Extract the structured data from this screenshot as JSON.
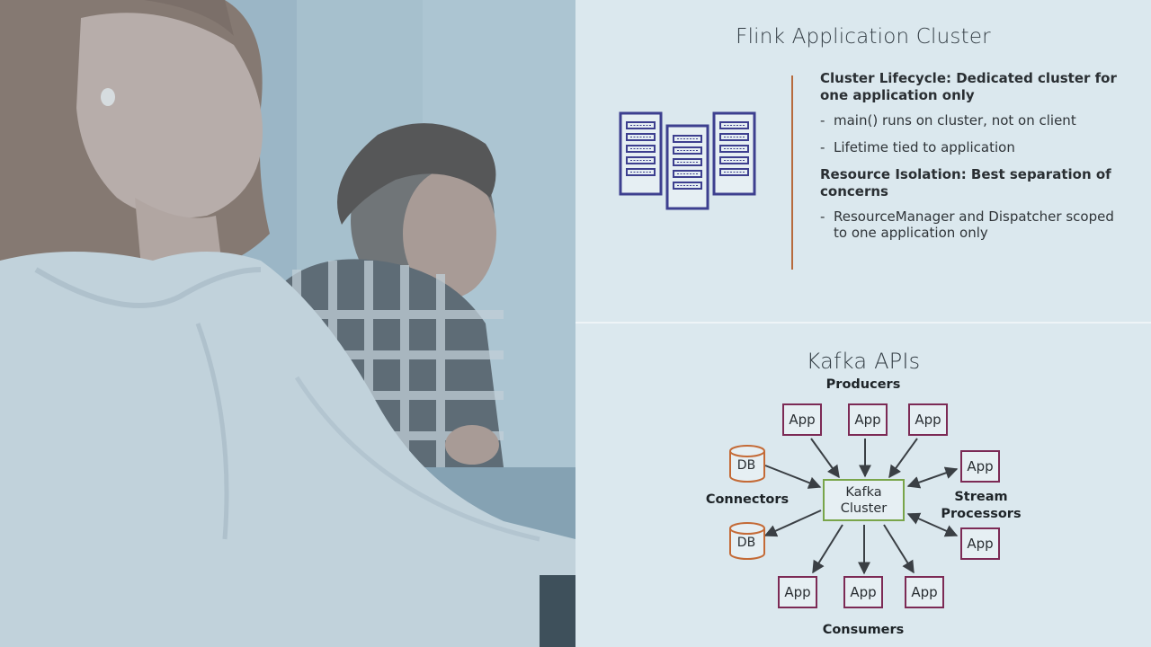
{
  "photo": {
    "subject": "photo"
  },
  "flink": {
    "title": "Flink Application Cluster",
    "sections": [
      {
        "heading": "Cluster Lifecycle: Dedicated cluster for one application only",
        "bullets": [
          "main() runs on cluster, not on client",
          "Lifetime tied to application"
        ]
      },
      {
        "heading": "Resource Isolation: Best separation of concerns",
        "bullets": [
          "ResourceManager and Dispatcher scoped to one application only"
        ]
      }
    ],
    "bullet_marker": "-",
    "colors": {
      "divider": "#b76a3d",
      "server": "#3d3f8f"
    }
  },
  "kafka": {
    "title": "Kafka APIs",
    "labels": {
      "producers": "Producers",
      "connectors": "Connectors",
      "stream_processors_1": "Stream",
      "stream_processors_2": "Processors",
      "consumers": "Consumers"
    },
    "center_line1": "Kafka",
    "center_line2": "Cluster",
    "app_label": "App",
    "db_label": "DB",
    "colors": {
      "app_border": "#7c2a55",
      "cluster_border": "#79a54a",
      "db_border": "#c46a36",
      "arrow": "#3a3f44"
    }
  }
}
